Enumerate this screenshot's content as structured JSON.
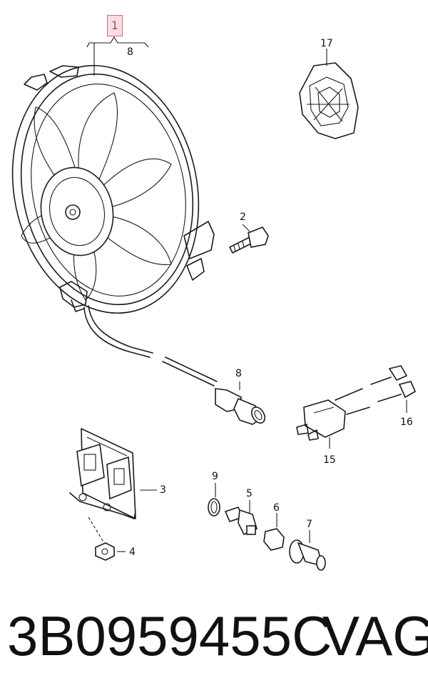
{
  "callouts": {
    "c1": "1",
    "c8a": "8",
    "c17": "17",
    "c2": "2",
    "c8b": "8",
    "c16": "16",
    "c15": "15",
    "c3": "3",
    "c4": "4",
    "c9": "9",
    "c5": "5",
    "c6": "6",
    "c7": "7"
  },
  "footer": {
    "part_number": "3B0959455C",
    "brand": "VAG"
  },
  "colors": {
    "highlight_fill": "#f6dfe3",
    "highlight_border": "#d86a7a",
    "line": "#1a1a1a"
  }
}
